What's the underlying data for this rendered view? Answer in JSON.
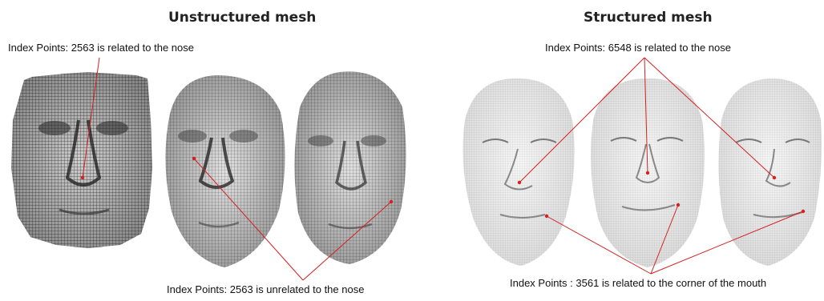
{
  "left_panel": {
    "title": "Unstructured mesh",
    "label_top": "Index Points: 2563 is related to the nose",
    "label_bottom": "Index Points: 2563 is unrelated to the nose"
  },
  "right_panel": {
    "title": "Structured mesh",
    "label_top": "Index Points: 6548 is related to the nose",
    "label_bottom": "Index Points : 3561 is related to the corner of the mouth"
  },
  "colors": {
    "annotation": "#d42020",
    "mesh_dense": "#1a1a1a",
    "mesh_light": "#9a9a9a"
  }
}
